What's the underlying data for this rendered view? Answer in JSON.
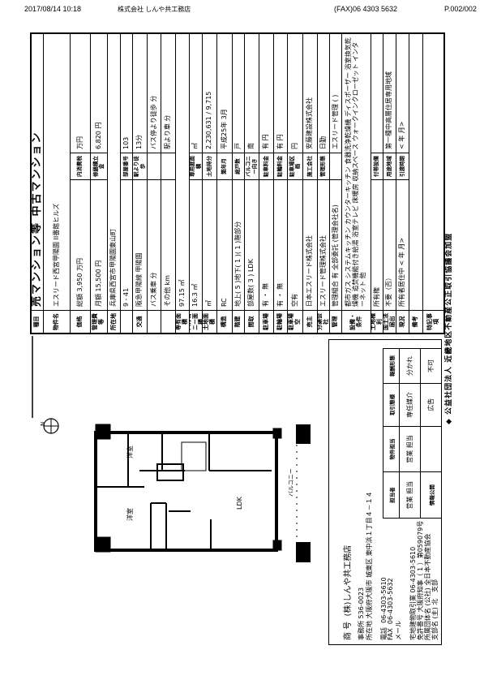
{
  "fax_header": {
    "datetime": "2017/08/14  10:18",
    "sender": "株式会社 しんや共工務店",
    "fax": "(FAX)06 4303 5632",
    "page": "P.002/002"
  },
  "sheet": {
    "rows": [
      {
        "label": "種目",
        "value": "売マンション等  中古マンション"
      },
      {
        "label": "物件名",
        "value": "エスリード西宮甲陽園  II番館ヒルズ"
      },
      {
        "label": "価格",
        "value": "総額  3,950 万円",
        "sub_label": "内消費税",
        "sub_value": "万円"
      },
      {
        "label": "管理費等",
        "value": "月額  15,500 円",
        "sub_label": "修繕積立金",
        "sub_value": "6,820 円"
      },
      {
        "label": "所在地",
        "value": "兵庫県西宮市甲陽園東山町"
      },
      {
        "label": "",
        "value": "9 - 41",
        "sub_label": "部屋番号",
        "sub_value": "103"
      },
      {
        "label": "交通",
        "value": "阪急甲陽線  甲陽園",
        "sub_label": "駅より徒歩",
        "sub_value": "13分"
      },
      {
        "label": "",
        "value": "バス乗車        分",
        "sub_label": "",
        "sub_value": "バス停より徒歩      分"
      },
      {
        "label": "",
        "value": "その他        km",
        "sub_label": "",
        "sub_value": "駅より車      分"
      },
      {
        "label": "専有面積",
        "value": "97.15 ㎡"
      },
      {
        "label": "バルコニー面積",
        "value": "16.3 ㎡",
        "sub_label": "専用庭面積",
        "sub_value": "㎡"
      },
      {
        "label": "土地面積",
        "value": "㎡",
        "sub_label": "土地持分",
        "sub_value": "2,230,631  /  9,715"
      },
      {
        "label": "構造",
        "value": "RC",
        "sub_label": "築年月",
        "sub_value": "平成25年 3月"
      },
      {
        "label": "階建",
        "value": "地上( 5 )地下( 1 )( 1 )階部分",
        "sub_label": "総戸数",
        "sub_value": "戸"
      },
      {
        "label": "間取",
        "value": "部屋数( 3 )  LDK",
        "sub_label": "バルコニー向き",
        "sub_value": "南"
      },
      {
        "label": "駐車場",
        "value": "有    ・    無",
        "sub_label": "駐車料金",
        "sub_value": "有          円"
      },
      {
        "label": "駐輪場",
        "value": "有    ・    無",
        "sub_label": "駐輪料金",
        "sub_value": "有          円"
      },
      {
        "label": "駐車場空",
        "value": "空有",
        "sub_label": "駐車場区画",
        "sub_value": "円"
      },
      {
        "label": "売主",
        "value": "日本エスリード株式会社",
        "sub_label": "施工会社",
        "sub_value": "安藤建設株式会社"
      },
      {
        "label": "分譲会社",
        "value": "エスリード管理株式会社",
        "sub_label": "管理形態",
        "sub_value": "日勤"
      },
      {
        "label": "管理",
        "value": "管理組合  有  全部委託  (管理会社名)",
        "sub_label": "",
        "sub_value": "エスリード管理 (   )"
      },
      {
        "label": "設備・条件",
        "value": "都市ガス システムキッチン カウンターキッチン 食器洗浄乾燥機 ディスポーザー 浴室換気乾燥機 追焚機能付き給湯 浴室テレビ 床暖房 収納スペース ウォークインクローゼット インターネット  他"
      },
      {
        "label": "土地権利",
        "value": "所有権",
        "sub_label": "付帯設備",
        "sub_value": ""
      },
      {
        "label": "国土法届出",
        "value": "不要（否）",
        "sub_label": "用途地域",
        "sub_value": "第一種中高層住居専用地域"
      },
      {
        "label": "現況",
        "value": "所有者居住中  <    年    月>",
        "sub_label": "引渡時期",
        "sub_value": "<    年    月>"
      },
      {
        "label": "備考",
        "value": ""
      },
      {
        "label": "特記事項",
        "value": ""
      }
    ]
  },
  "floor_plan": {
    "north": "N",
    "room1": "洋室",
    "room2": "洋室",
    "living": "LDK",
    "balcony": "バルコニー"
  },
  "agency": {
    "trade_name_label": "商  号",
    "trade_name": "(株)しんや共工務店",
    "office_label": "事務所",
    "postal": "536-0023",
    "address_label": "所在地",
    "address": "大阪府大阪市  城東区  東中浜１丁目４－１４",
    "tel_label": "電話",
    "tel": "06-4303-5610",
    "fax_label": "FAX",
    "fax": "06-4303-5632",
    "mail_label": "メール",
    "license_label": "宅地建物取引業",
    "license_tel": "06-4303-5610",
    "license_no_label": "免許番号",
    "license_no": "大阪府知事（ 1 ）第059079号",
    "assoc_label": "所属団体名",
    "assoc": "(公社) 全日本不動産協会",
    "branch_label": "支部名",
    "branch": "(主) 北",
    "branch_suffix": "支部"
  },
  "transaction": {
    "headers": [
      "担当者",
      "物件担当",
      "取引態様",
      "報酬形態"
    ],
    "values": [
      "営業  担当",
      "営業  担当",
      "専任媒介",
      "分かれ"
    ],
    "footer": [
      "情報公開",
      "",
      "広告",
      "不可"
    ]
  },
  "association_logo_text": "公益社団法人 近畿地区不動産公正取引協議会加盟"
}
